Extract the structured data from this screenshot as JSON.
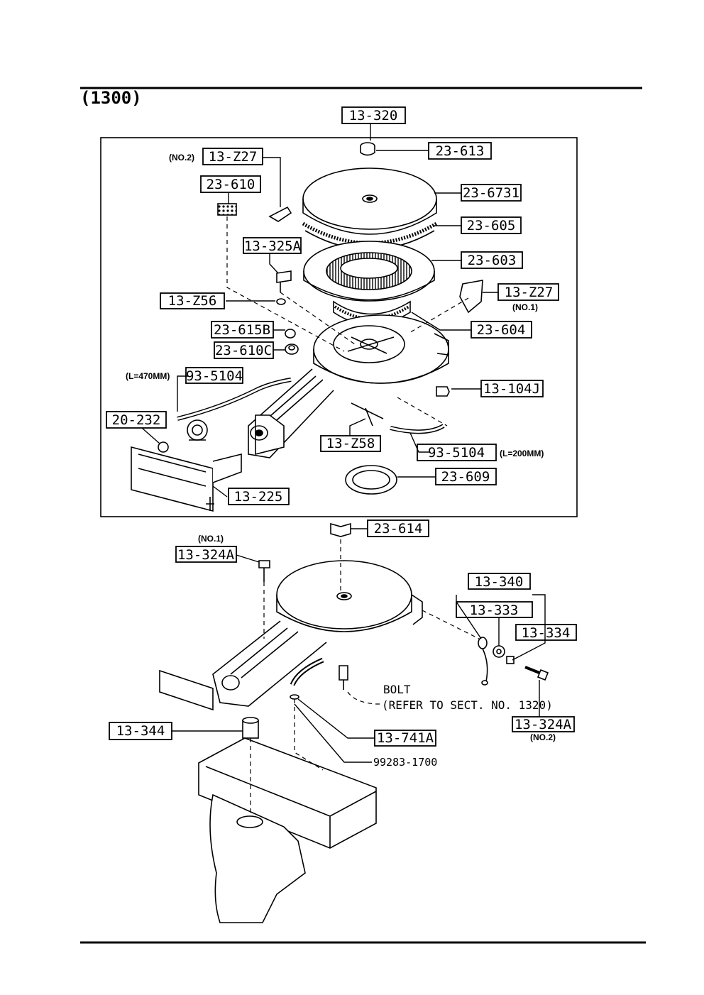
{
  "header": {
    "section_title": "(1300)"
  },
  "parts": {
    "p13_320": "13-320",
    "p23_613": "23-613",
    "p13_z27_no2": "13-Z27",
    "no2_note_top": "(NO.2)",
    "p23_610": "23-610",
    "p23_6731": "23-6731",
    "p23_605": "23-605",
    "p13_325a": "13-325A",
    "p23_603": "23-603",
    "p13_z27_no1": "13-Z27",
    "no1_note_right": "(NO.1)",
    "p13_z56": "13-Z56",
    "p23_604": "23-604",
    "p23_615b": "23-615B",
    "p23_610c": "23-610C",
    "p93_5104_a": "93-5104",
    "len470_note": "(L=470MM)",
    "p13_104j": "13-104J",
    "p20_232": "20-232",
    "p13_z58": "13-Z58",
    "p93_5104_b": "93-5104",
    "len200_note": "(L=200MM)",
    "p23_609": "23-609",
    "p13_225": "13-225",
    "p23_614": "23-614",
    "no1_note_lower": "(NO.1)",
    "p13_324a_no1": "13-324A",
    "p13_340": "13-340",
    "p13_333": "13-333",
    "p13_334": "13-334",
    "bolt_label": "BOLT",
    "bolt_ref": "(REFER TO SECT. NO. 1320)",
    "p13_324a_no2": "13-324A",
    "no2_note_lower": "(NO.2)",
    "p13_344": "13-344",
    "p13_741a": "13-741A",
    "p99283_1700": "99283-1700"
  }
}
